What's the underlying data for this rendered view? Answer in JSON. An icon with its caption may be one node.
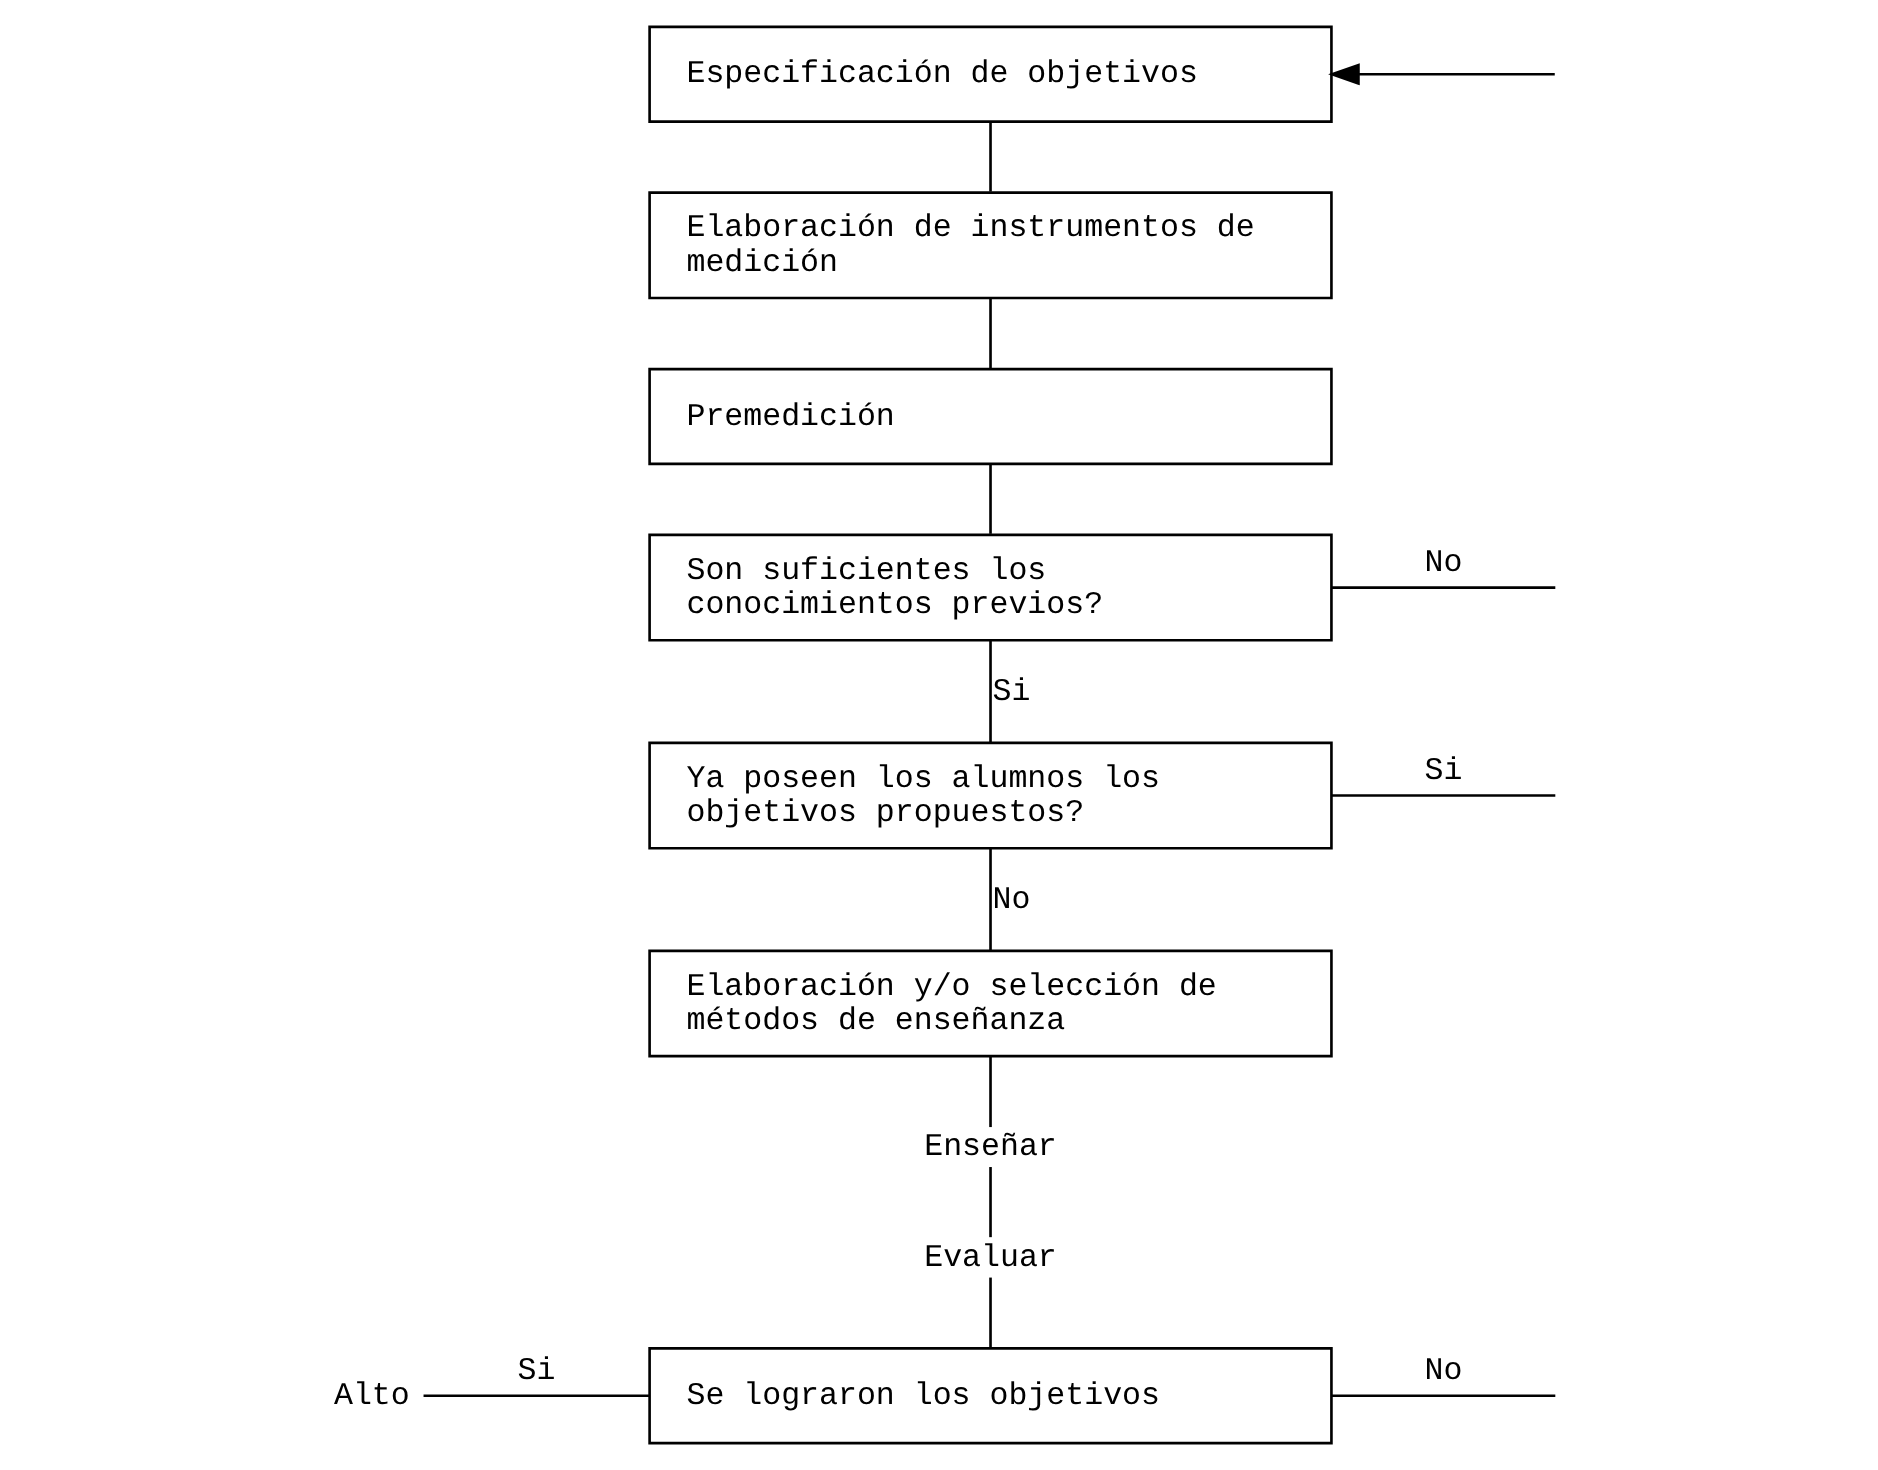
{
  "diagram": {
    "nodes": [
      {
        "text": [
          "Especificación de objetivos"
        ]
      },
      {
        "text": [
          "Elaboración de instrumentos de medición"
        ]
      },
      {
        "text": [
          "Premedición"
        ]
      },
      {
        "text": [
          "Son suficientes los conocimientos previos?"
        ]
      },
      {
        "text": [
          "Ya poseen los alumnos los objetivos propuestos?"
        ]
      },
      {
        "text": [
          "Elaboración y/o selección de métodos de enseñanza"
        ]
      },
      {
        "text": [
          "Enseñar"
        ]
      },
      {
        "text": [
          "Evaluar"
        ]
      },
      {
        "text": [
          "Alto"
        ]
      },
      {
        "text": [
          "Se lograron los objetivos"
        ]
      }
    ],
    "edges": [
      {
        "from": null,
        "to": 0,
        "arrow": "to"
      },
      {
        "from": 0,
        "to": 1,
        "arrow": "none"
      },
      {
        "from": 1,
        "to": 2,
        "arrow": "none"
      },
      {
        "from": 2,
        "to": 3,
        "arrow": "none"
      },
      {
        "from": 3,
        "to": null,
        "label": "No",
        "arrow": "none"
      },
      {
        "from": 3,
        "to": 4,
        "label": "Si",
        "arrow": "none"
      },
      {
        "from": 4,
        "to": null,
        "label": "Si",
        "arrow": "none"
      },
      {
        "from": 4,
        "to": 5,
        "label": "No",
        "arrow": "none"
      },
      {
        "from": 5,
        "to": 6,
        "arrow": "none"
      },
      {
        "from": 6,
        "to": 7,
        "arrow": "none"
      },
      {
        "from": 7,
        "to": 9,
        "arrow": "none"
      },
      {
        "from": 9,
        "to": 8,
        "label": "Si",
        "arrow": "none"
      },
      {
        "from": 9,
        "to": null,
        "label": "No",
        "arrow": "none"
      }
    ]
  }
}
